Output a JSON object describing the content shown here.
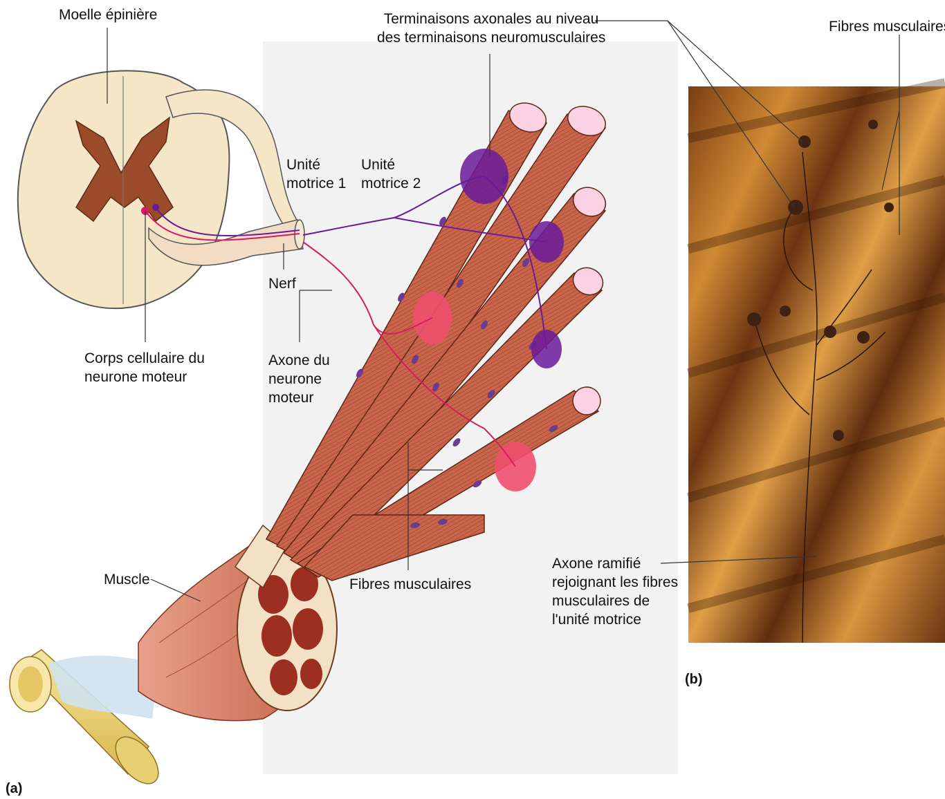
{
  "labels": {
    "spinal_cord": "Moelle épinière",
    "axon_terminals_line1": "Terminaisons axonales au niveau",
    "axon_terminals_line2": "des terminaisons neuromusculaires",
    "muscle_fibers_photo": "Fibres musculaires",
    "motor_unit_1_line1": "Unité",
    "motor_unit_1_line2": "motrice 1",
    "motor_unit_2_line1": "Unité",
    "motor_unit_2_line2": "motrice 2",
    "nerve": "Nerf",
    "cell_body_line1": "Corps cellulaire du",
    "cell_body_line2": "neurone moteur",
    "motor_axon_line1": "Axone du",
    "motor_axon_line2": "neurone",
    "motor_axon_line3": "moteur",
    "muscle": "Muscle",
    "muscle_fibers": "Fibres musculaires",
    "branched_axon_line1": "Axone ramifié",
    "branched_axon_line2": "rejoignant les fibres",
    "branched_axon_line3": "musculaires de",
    "branched_axon_line4": "l'unité motrice",
    "panel_a": "(a)",
    "panel_b": "(b)"
  },
  "colors": {
    "fiber": "#c8654a",
    "fiber_dark": "#8a3a26",
    "nucleus": "#6b3b8f",
    "motor_unit_1": "#d81b60",
    "motor_unit_2": "#6a1b9a",
    "spinal_white": "#f4e6c6",
    "spinal_grey": "#9b4a2a",
    "bone": "#f0d77a",
    "muscle": "#d9826a",
    "photo_base": "#c9822d"
  }
}
